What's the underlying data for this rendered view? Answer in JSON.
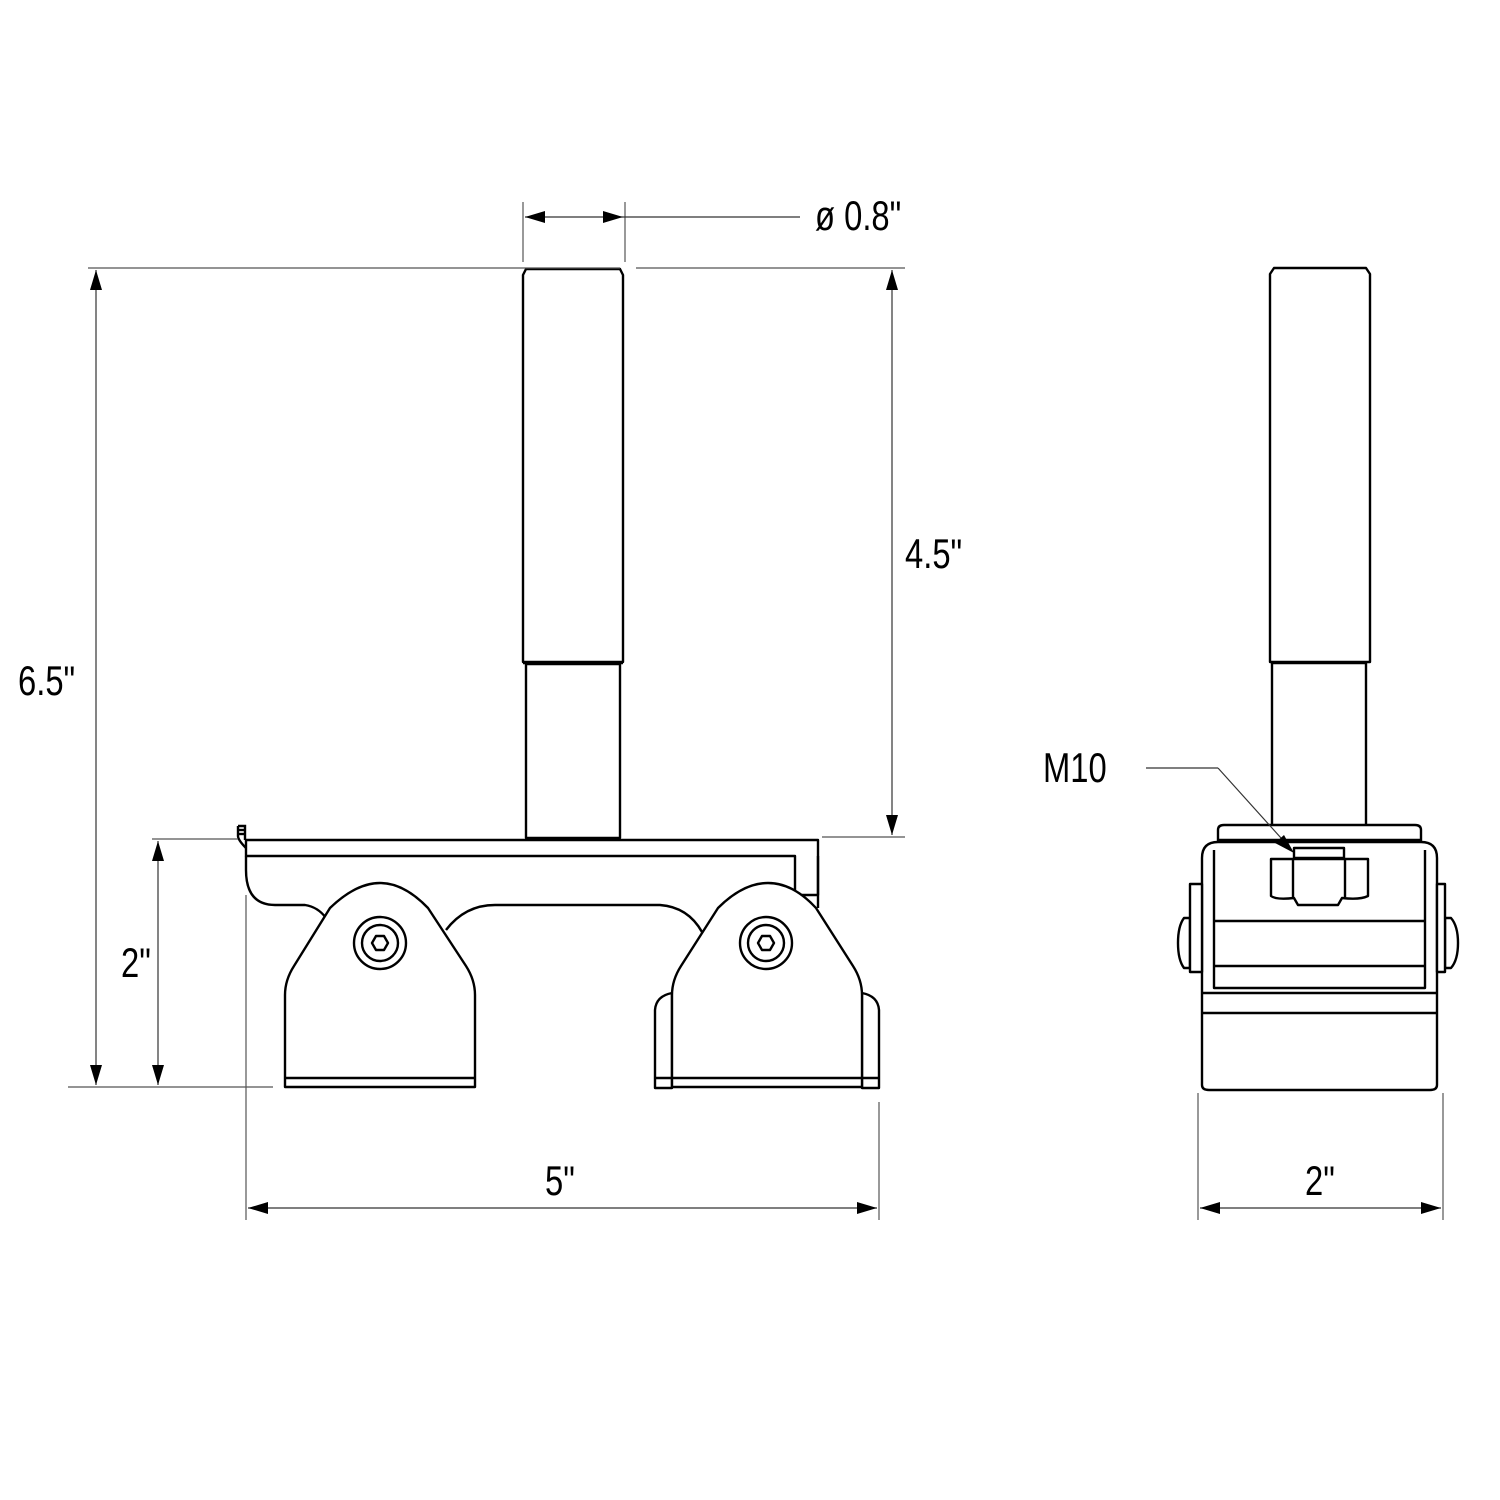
{
  "drawing": {
    "front_view": {
      "dimensions": {
        "pin_diameter": "ø 0.8\"",
        "overall_height": "6.5\"",
        "pin_height": "4.5\"",
        "base_height": "2\"",
        "overall_length": "5\""
      }
    },
    "side_view": {
      "dimensions": {
        "width": "2\""
      },
      "callouts": {
        "thread": "M10"
      }
    },
    "colors": {
      "line": "#000000",
      "dimension_line": "#333333",
      "background": "#ffffff"
    }
  }
}
